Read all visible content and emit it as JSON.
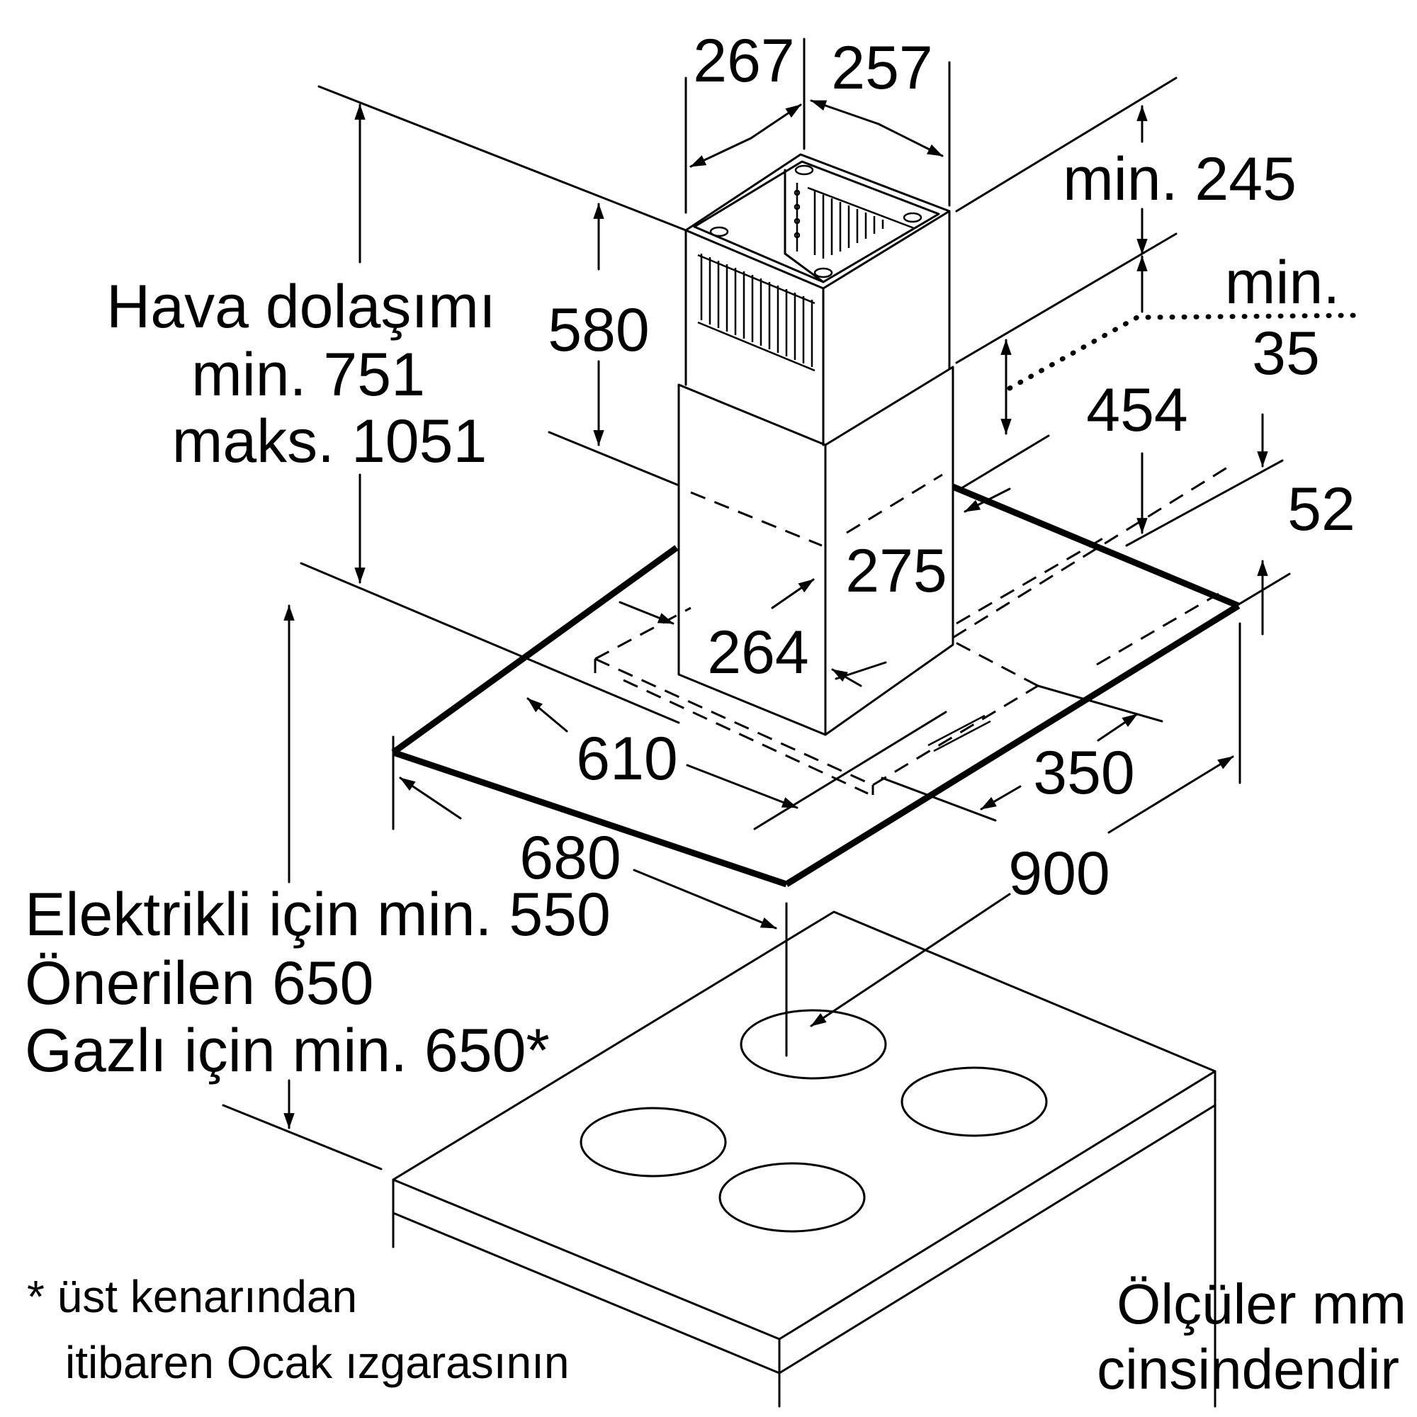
{
  "colors": {
    "line": "#000000",
    "background": "#ffffff"
  },
  "dimensions": {
    "duct_depth": "267",
    "duct_width": "257",
    "duct_height": "580",
    "top_clearance": "min. 245",
    "side_gap_label": "min.",
    "side_gap_value": "35",
    "chimney_height": "454",
    "depth_275": "275",
    "width_264": "264",
    "inner_610": "610",
    "inner_350": "350",
    "hood_depth": "680",
    "hood_width": "900",
    "canopy_height": "52"
  },
  "recirculation": {
    "line1": "Hava dolaşımı",
    "line2": "min. 751",
    "line3": "maks. 1051"
  },
  "clearance": {
    "line1": "Elektrikli için min. 550",
    "line2": "Önerilen 650",
    "line3": "Gazlı için min. 650*"
  },
  "footnote": {
    "line1": "* üst kenarından",
    "line2": "itibaren Ocak ızgarasının"
  },
  "units": {
    "line1": "Ölçüler mm",
    "line2": "cinsindendir"
  }
}
